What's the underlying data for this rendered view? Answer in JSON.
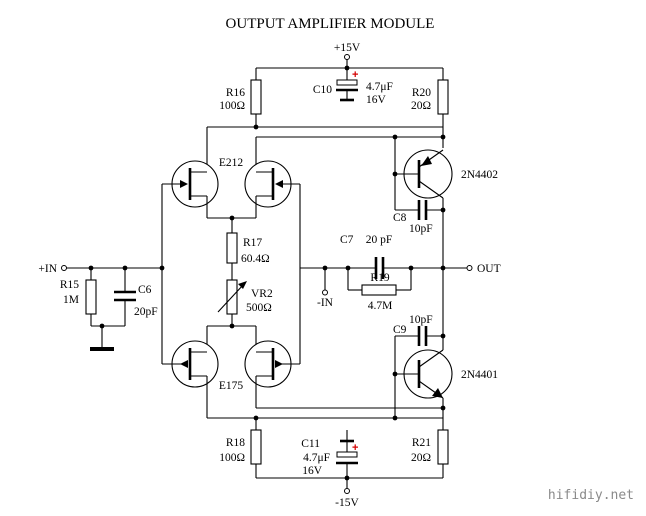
{
  "title": "OUTPUT AMPLIFIER MODULE",
  "watermark": "hifidiy.net",
  "rails": {
    "positive": "+15V",
    "negative": "-15V"
  },
  "ports": {
    "input_pos": "+IN",
    "input_neg": "-IN",
    "output": "OUT"
  },
  "components": {
    "r15": {
      "name": "R15",
      "value": "1M"
    },
    "c6": {
      "name": "C6",
      "value": "20pF"
    },
    "r16": {
      "name": "R16",
      "value": "100Ω"
    },
    "r17": {
      "name": "R17",
      "value": "60.4Ω"
    },
    "vr2": {
      "name": "VR2",
      "value": "500Ω"
    },
    "r18": {
      "name": "R18",
      "value": "100Ω"
    },
    "c10": {
      "name": "C10",
      "value": "4.7μF",
      "voltage": "16V"
    },
    "c11": {
      "name": "C11",
      "value": "4.7μF",
      "voltage": "16V"
    },
    "r20": {
      "name": "R20",
      "value": "20Ω"
    },
    "r21": {
      "name": "R21",
      "value": "20Ω"
    },
    "c7": {
      "name": "C7",
      "value": "20 pF"
    },
    "r19": {
      "name": "R19",
      "value": "4.7M"
    },
    "c8": {
      "name": "C8",
      "value": "10pF"
    },
    "c9": {
      "name": "C9",
      "value": "10pF"
    },
    "q_top": {
      "name": "2N4402"
    },
    "q_bot": {
      "name": "2N4401"
    },
    "jfet_top": {
      "name": "E212"
    },
    "jfet_bot": {
      "name": "E175"
    }
  },
  "colors": {
    "wire": "#000000",
    "polarity": "#d40000",
    "watermark": "#8a8a8a"
  }
}
